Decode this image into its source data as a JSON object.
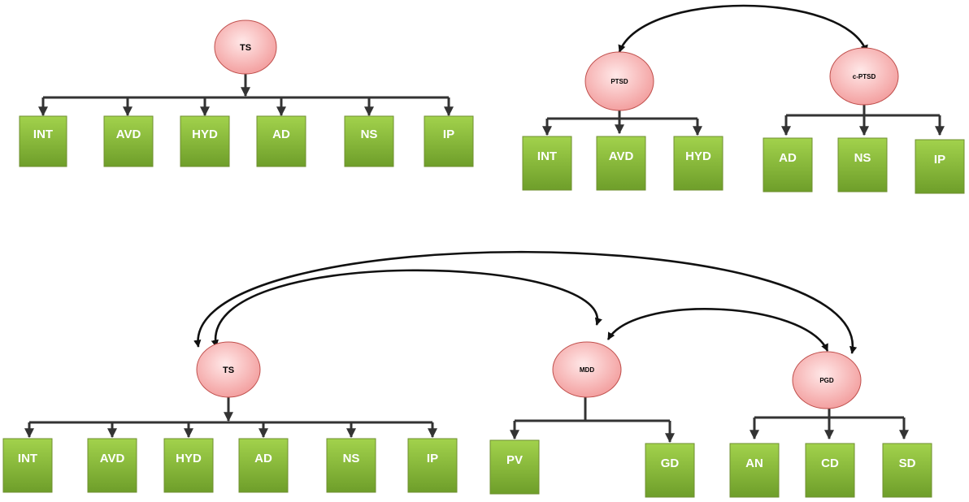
{
  "panels": {
    "top_left": {
      "factor": "TS",
      "indicators": [
        "INT",
        "AVD",
        "HYD",
        "AD",
        "NS",
        "IP"
      ]
    },
    "top_right": {
      "factors": [
        "PTSD",
        "c-PTSD"
      ],
      "ptsd_indicators": [
        "INT",
        "AVD",
        "HYD"
      ],
      "cptsd_indicators": [
        "AD",
        "NS",
        "IP"
      ]
    },
    "bottom": {
      "factors": [
        "TS",
        "MDD",
        "PGD"
      ],
      "ts_indicators": [
        "INT",
        "AVD",
        "HYD",
        "AD",
        "NS",
        "IP"
      ],
      "mdd_indicators": [
        "PV",
        "GD"
      ],
      "pgd_indicators": [
        "AN",
        "CD",
        "SD"
      ]
    }
  },
  "colors": {
    "factor_fill_light": "#ffe3e3",
    "factor_fill_dark": "#f29a9a",
    "factor_stroke": "#c0504d",
    "indicator_fill_light": "#9ccc46",
    "indicator_fill_dark": "#6e9e2a",
    "arrow": "#333333"
  }
}
